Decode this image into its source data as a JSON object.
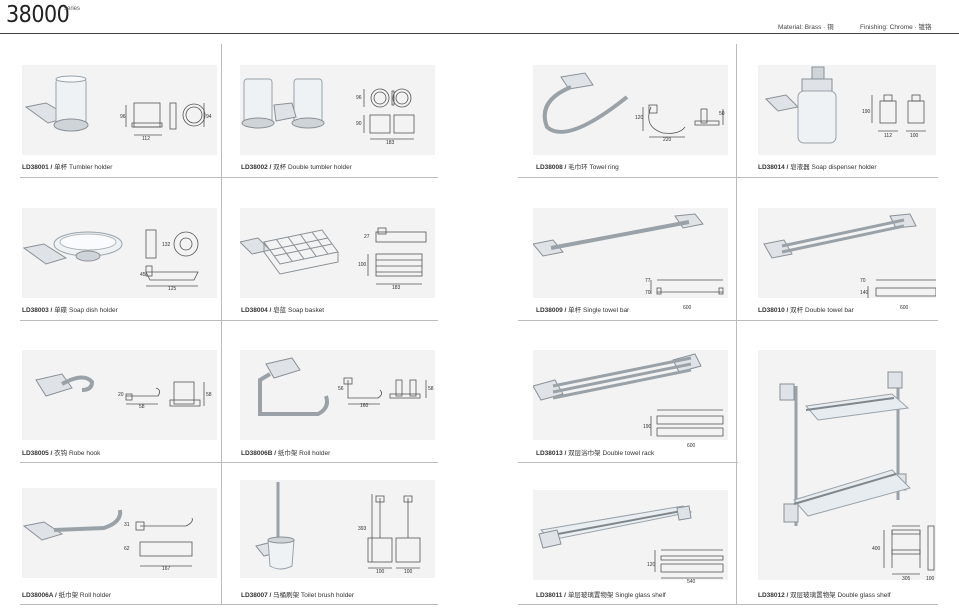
{
  "header": {
    "series_number": "38000",
    "series_label": "series",
    "material": "Material: Brass · 铜",
    "finishing": "Finishing: Chrome · 镀铬"
  },
  "products": [
    {
      "code": "LD38001 /",
      "name": "单杯 Tumbler holder",
      "dims": [
        "112",
        "96",
        "94"
      ]
    },
    {
      "code": "LD38002 /",
      "name": "双杯 Double tumbler holder",
      "dims": [
        "183",
        "96",
        "90"
      ]
    },
    {
      "code": "LD38003 /",
      "name": "单碟 Soap dish holder",
      "dims": [
        "125",
        "132",
        "45"
      ]
    },
    {
      "code": "LD38004 /",
      "name": "皂蓝 Soap basket",
      "dims": [
        "183",
        "100",
        "27"
      ]
    },
    {
      "code": "LD38005 /",
      "name": "衣钩 Robe hook",
      "dims": [
        "58",
        "20",
        "58"
      ]
    },
    {
      "code": "LD38006B /",
      "name": "纸巾架 Roll holder",
      "dims": [
        "160",
        "56",
        "58"
      ]
    },
    {
      "code": "LD38006A /",
      "name": "纸巾架 Roll holder",
      "dims": [
        "167",
        "31",
        "62"
      ]
    },
    {
      "code": "LD38007 /",
      "name": "马桶刷架 Toilet brush holder",
      "dims": [
        "393",
        "100",
        "100"
      ]
    },
    {
      "code": "LD38008 /",
      "name": "毛巾环 Towel ring",
      "dims": [
        "220",
        "120",
        "50"
      ]
    },
    {
      "code": "LD38014 /",
      "name": "皂液器 Soap dispenser holder",
      "dims": [
        "112",
        "100",
        "190"
      ]
    },
    {
      "code": "LD38009 /",
      "name": "单杆 Single towel bar",
      "dims": [
        "600",
        "77",
        "70"
      ]
    },
    {
      "code": "LD38010 /",
      "name": "双杆 Double towel bar",
      "dims": [
        "600",
        "140",
        "70"
      ]
    },
    {
      "code": "LD38013 /",
      "name": "双层浴巾架 Double towel rack",
      "dims": [
        "600",
        "190"
      ]
    },
    {
      "code": "LD38011 /",
      "name": "单层玻璃置物架 Single glass shelf",
      "dims": [
        "540",
        "120"
      ]
    },
    {
      "code": "LD38012 /",
      "name": "双层玻璃置物架 Double glass shelf",
      "dims": [
        "305",
        "100",
        "400"
      ]
    }
  ]
}
